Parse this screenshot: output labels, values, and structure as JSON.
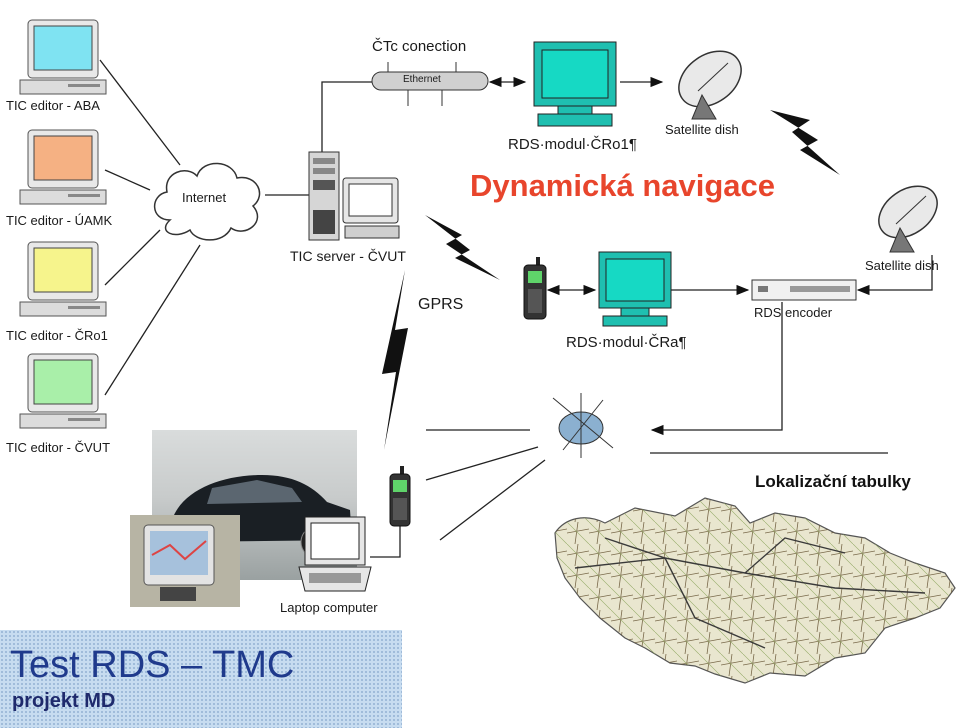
{
  "title": "Dynamická navigace",
  "editors": [
    {
      "label": "TIC editor - ABA",
      "color": "#7fe3f2"
    },
    {
      "label": "TIC editor - ÚAMK",
      "color": "#f5b183"
    },
    {
      "label": "TIC editor - ČRo1",
      "color": "#f6f48c"
    },
    {
      "label": "TIC editor - ČVUT",
      "color": "#a9efa9"
    }
  ],
  "internet": "Internet",
  "tic_server": "TIC server - ČVUT",
  "ctc_connection": "ČTc conection",
  "ethernet": "Ethernet",
  "rds_modul_cro1": "RDS·modul·ČRo1¶",
  "satellite_dish_1": "Satellite dish",
  "satellite_dish_2": "Satellite dish",
  "gprs": "GPRS",
  "rds_modul_cra": "RDS·modul·ČRa¶",
  "rds_encoder": "RDS encoder",
  "laptop": "Laptop computer",
  "localization_tables": "Lokalizační tabulky",
  "bottom_title": "Test RDS – TMC",
  "bottom_subtitle": "projekt MD",
  "colors": {
    "title": "#e8452c",
    "teal_monitor": "#1fbfb0",
    "bottom_box": "#c7dcf0",
    "bottom_text": "#1f3a8c"
  }
}
